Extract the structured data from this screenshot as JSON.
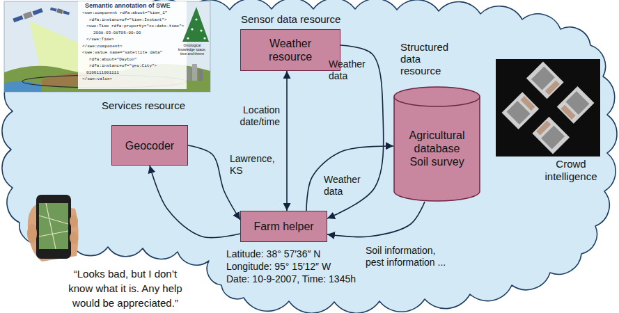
{
  "diagram": {
    "nodes": [
      {
        "text": [
          "Sensor data resource",
          "Weather resource"
        ]
      },
      {
        "text": [
          "Services resource",
          "Geocoder"
        ]
      },
      {
        "text": [
          "Structured data resource",
          "Agricultural database Soil survey"
        ]
      },
      {
        "text": [
          "Farm helper"
        ]
      }
    ],
    "edges": [
      {
        "from": 3,
        "to": 0,
        "label": "Location date/time",
        "arrow": "both"
      },
      {
        "from": 0,
        "to": 3,
        "label": "Weather data",
        "arrow": "to"
      },
      {
        "from": 1,
        "to": 3,
        "label": "Lawrence, KS",
        "arrow": "to"
      },
      {
        "from": 3,
        "to": 1,
        "arrow": "to"
      },
      {
        "from": 3,
        "to": 2,
        "label": "Weather data",
        "arrow": "to"
      },
      {
        "from": 2,
        "to": 3,
        "label": "Soil information, pest information ...",
        "arrow": "to"
      }
    ],
    "labels": [
      "Semantic annotation of SWE",
      "<swe:component rdfa:about=\"time_1\"",
      "rdfa:instanceof=\"time:Instant\">",
      "<swe:Time rdfa:property=\"xs:date-time\">",
      "2008-03-08T05:00:00",
      "</swe:Time>",
      "</swe:component>",
      "<swe:value name=\"satellite data\"",
      "rdfa:about=\"Dayton\"",
      "rdfa:instanceof=\"geo:City\">",
      "0100111001111",
      "</swe:value>",
      "Ontological knowledge space, time and theme",
      "Latitude: 38° 57′36″ N",
      "Longitude: 95° 15′12″ W",
      "Date: 10-9-2007, Time: 1345h",
      "Crowd intelligence",
      "“Looks bad, but I don’t know what it is. Any help would be appreciated.”"
    ]
  }
}
